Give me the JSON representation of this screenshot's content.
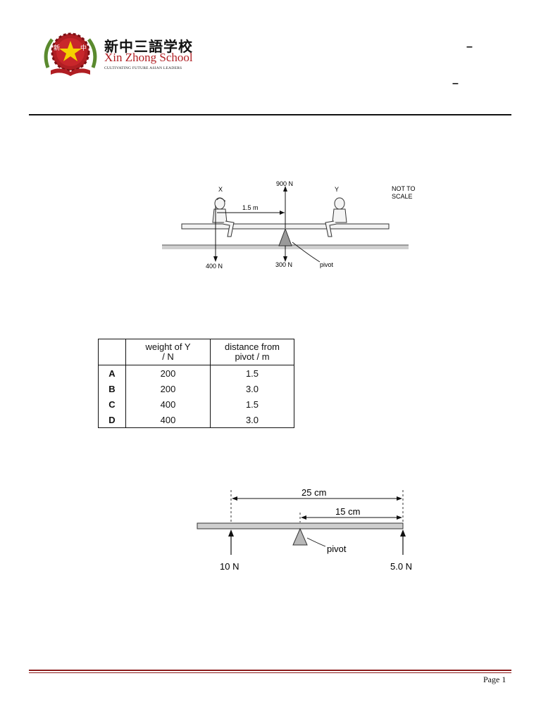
{
  "header": {
    "school_name_cn": "新中三語学校",
    "school_name_en": "Xin Zhong School",
    "tagline": "CULTIVATING FUTURE ASIAN LEADERS",
    "logo_text_left": "新",
    "logo_text_right": "中",
    "dash_1": "–",
    "dash_2": "–"
  },
  "diagram1": {
    "label_x": "X",
    "label_y": "Y",
    "force_up": "900 N",
    "distance": "1.5 m",
    "note_line1": "NOT TO",
    "note_line2": "SCALE",
    "force_x": "400 N",
    "force_pivot": "300 N",
    "pivot": "pivot"
  },
  "table": {
    "headers": [
      "",
      "weight of Y / N",
      "distance from pivot / m"
    ],
    "header_line1": [
      "",
      "weight of Y",
      "distance from"
    ],
    "header_line2": [
      "",
      "/ N",
      "pivot / m"
    ],
    "rows": [
      [
        "A",
        "200",
        "1.5"
      ],
      [
        "B",
        "200",
        "3.0"
      ],
      [
        "C",
        "400",
        "1.5"
      ],
      [
        "D",
        "400",
        "3.0"
      ]
    ]
  },
  "diagram2": {
    "distance_long": "25 cm",
    "distance_short": "15 cm",
    "pivot": "pivot",
    "force_left": "10 N",
    "force_right": "5.0 N"
  },
  "footer": {
    "page_label": "Page 1"
  },
  "colors": {
    "brand_red": "#b01e23",
    "star_yellow": "#f5d000",
    "footer_rule": "#8b1a1a"
  }
}
